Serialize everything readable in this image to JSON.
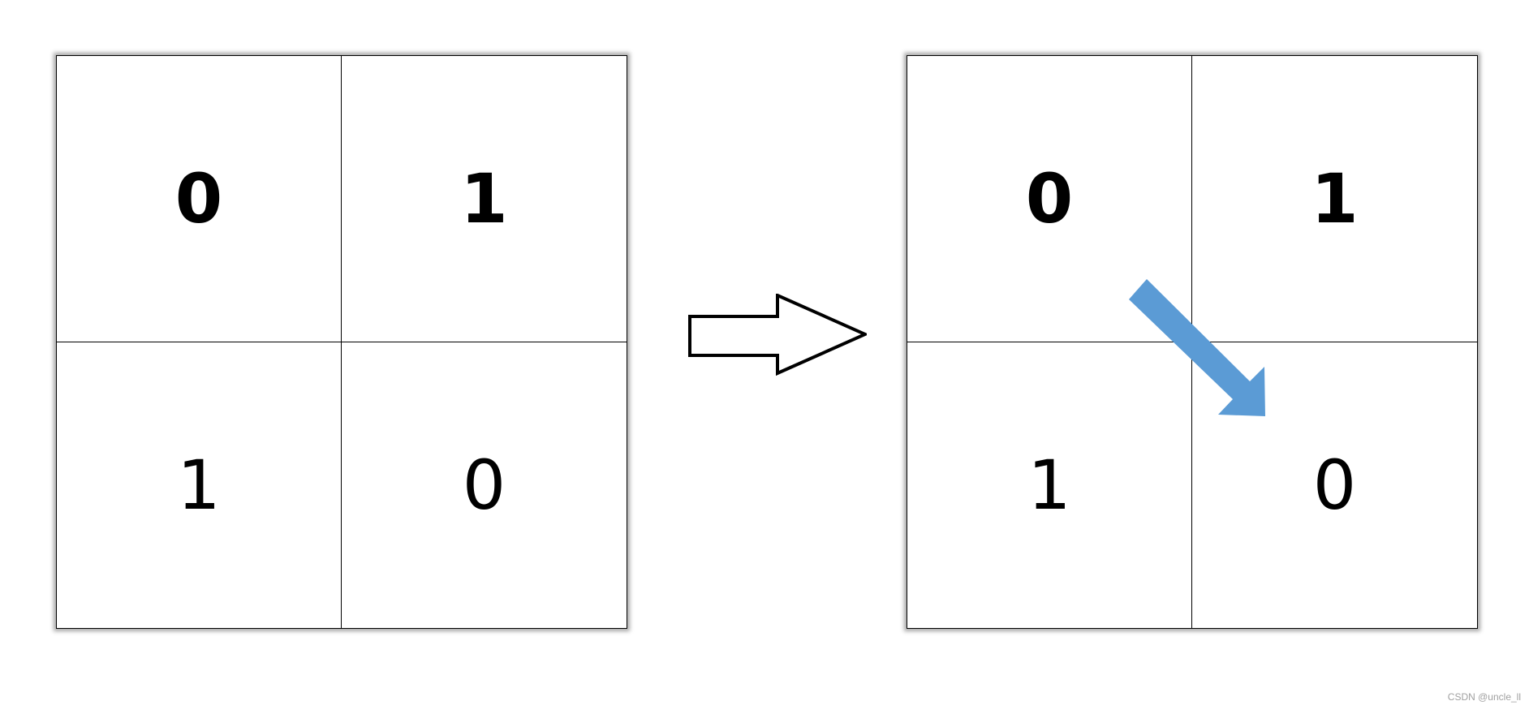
{
  "left_grid": {
    "cells": [
      {
        "value": "0"
      },
      {
        "value": "1"
      },
      {
        "value": "1"
      },
      {
        "value": "0"
      }
    ]
  },
  "right_grid": {
    "cells": [
      {
        "value": "0"
      },
      {
        "value": "1"
      },
      {
        "value": "1"
      },
      {
        "value": "0"
      }
    ],
    "arrow_color": "#5b9bd5"
  },
  "watermark": "CSDN @uncle_ll"
}
